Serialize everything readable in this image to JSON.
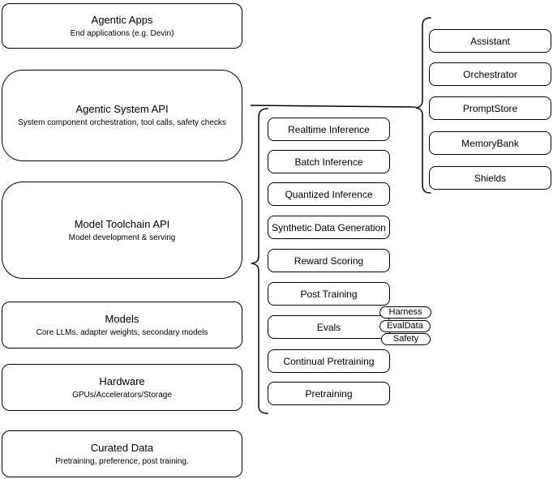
{
  "stack": {
    "items": [
      {
        "title": "Agentic Apps",
        "subtitle": "End applications (e.g. Devin)"
      },
      {
        "title": "Agentic System API",
        "subtitle": "System component orchestration, tool calls, safety checks"
      },
      {
        "title": "Model Toolchain API",
        "subtitle": "Model development & serving"
      },
      {
        "title": "Models",
        "subtitle": "Core LLMs, adapter weights, secondary models"
      },
      {
        "title": "Hardware",
        "subtitle": "GPUs/Accelerators/Storage"
      },
      {
        "title": "Curated Data",
        "subtitle": "Pretraining, preference, post training."
      }
    ]
  },
  "toolchain": {
    "services": [
      "Realtime Inference",
      "Batch Inference",
      "Quantized Inference",
      "Synthetic Data Generation",
      "Reward Scoring",
      "Post Training",
      "Evals",
      "Continual Pretraining",
      "Pretraining"
    ]
  },
  "evals_tags": [
    "Harness",
    "EvalData",
    "Safety"
  ],
  "system_components": [
    "Assistant",
    "Orchestrator",
    "PromptStore",
    "MemoryBank",
    "Shields"
  ],
  "colors": {
    "stroke": "#000000",
    "fill": "#ffffff"
  }
}
